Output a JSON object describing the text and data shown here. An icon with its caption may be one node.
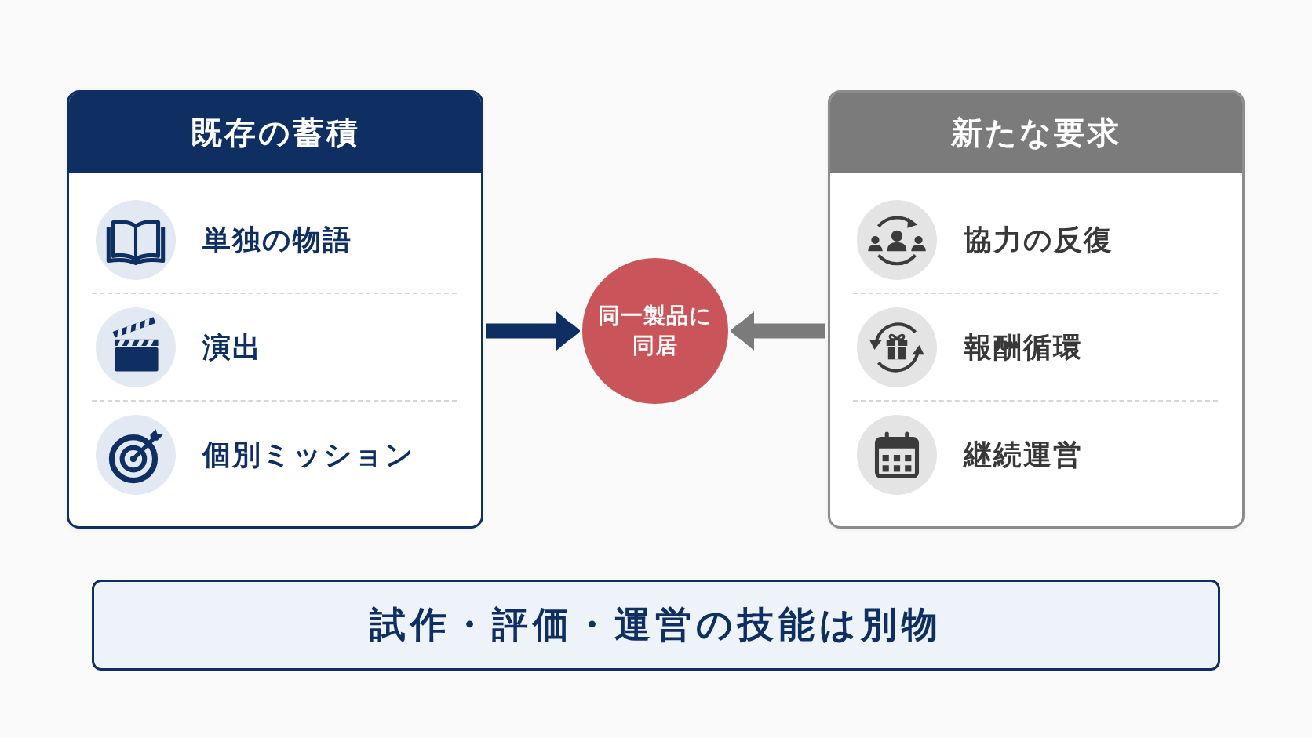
{
  "diagram": {
    "nodes": [
      {
        "text": [
          "既存の蓄積",
          "単独の物語",
          "演出",
          "個別ミッション"
        ]
      },
      {
        "text": [
          "同一製品に同居"
        ]
      },
      {
        "text": [
          "新たな要求",
          "協力の反復",
          "報酬循環",
          "継続運営"
        ]
      },
      {
        "text": [
          "試作・評価・運営の技能は別物"
        ]
      }
    ],
    "edges": [
      {
        "from": 0,
        "to": 1,
        "arrow": "to",
        "color": "#0f2f62"
      },
      {
        "from": 2,
        "to": 1,
        "arrow": "to",
        "color": "#7b7b7b"
      }
    ]
  }
}
